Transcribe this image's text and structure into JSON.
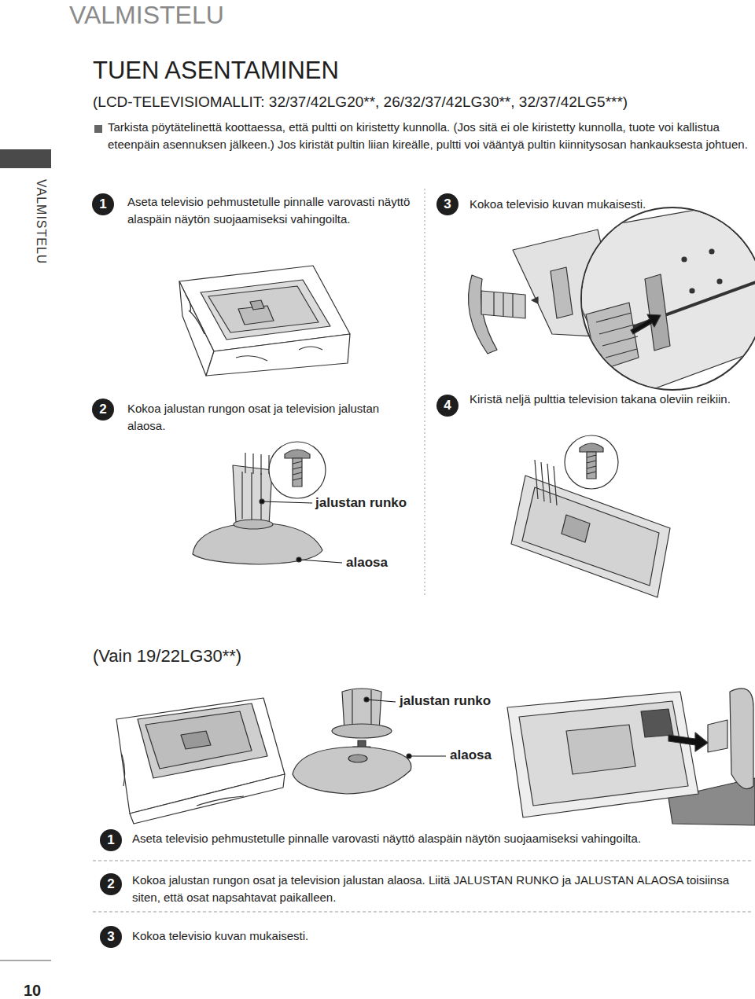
{
  "diagram": {
    "title": "TUEN ASENTAMINEN",
    "nodes": [
      {
        "text": [
          "1"
        ]
      },
      {
        "text": [
          "3"
        ]
      },
      {
        "text": [
          "2"
        ]
      },
      {
        "text": [
          "4"
        ]
      },
      {
        "text": [
          "1"
        ]
      },
      {
        "text": [
          "2"
        ]
      },
      {
        "text": [
          "3"
        ]
      }
    ],
    "labels": [
      "VALMISTELU",
      "(LCD-TELEVISIOMALLIT: 32/37/42LG20**, 26/32/37/42LG30**, 32/37/42LG5***)",
      "Tarkista pöytätelinettä koottaessa, että pultti on kiristetty kunnolla. (Jos sitä ei ole kiristetty kunnolla, tuote voi kallistua eteenpäin asennuksen jälkeen.) Jos kiristät pultin liian kireälle, pultti voi vääntyä pultin kiinnitysosan hankauksesta johtuen.",
      "VALMISTELU",
      "Aseta televisio pehmustetulle pinnalle varovasti näyttö alaspäin näytön suojaamiseksi vahingoilta.",
      "Kokoa televisio kuvan mukaisesti.",
      "Kokoa jalustan rungon osat ja television jalustan alaosa.",
      "Kiristä neljä pulttia television takana oleviin reikiin.",
      "jalustan runko",
      "alaosa",
      "(Vain 19/22LG30**)",
      "jalustan runko",
      "alaosa",
      "Aseta televisio pehmustetulle pinnalle varovasti näyttö alaspäin näytön suojaamiseksi vahingoilta.",
      "Kokoa jalustan rungon osat ja television jalustan alaosa. Liitä JALUSTAN RUNKO ja JALUSTAN ALAOSA toisiinsa siten, että osat napsahtavat paikalleen.",
      "Kokoa televisio kuvan mukaisesti.",
      "10"
    ]
  }
}
